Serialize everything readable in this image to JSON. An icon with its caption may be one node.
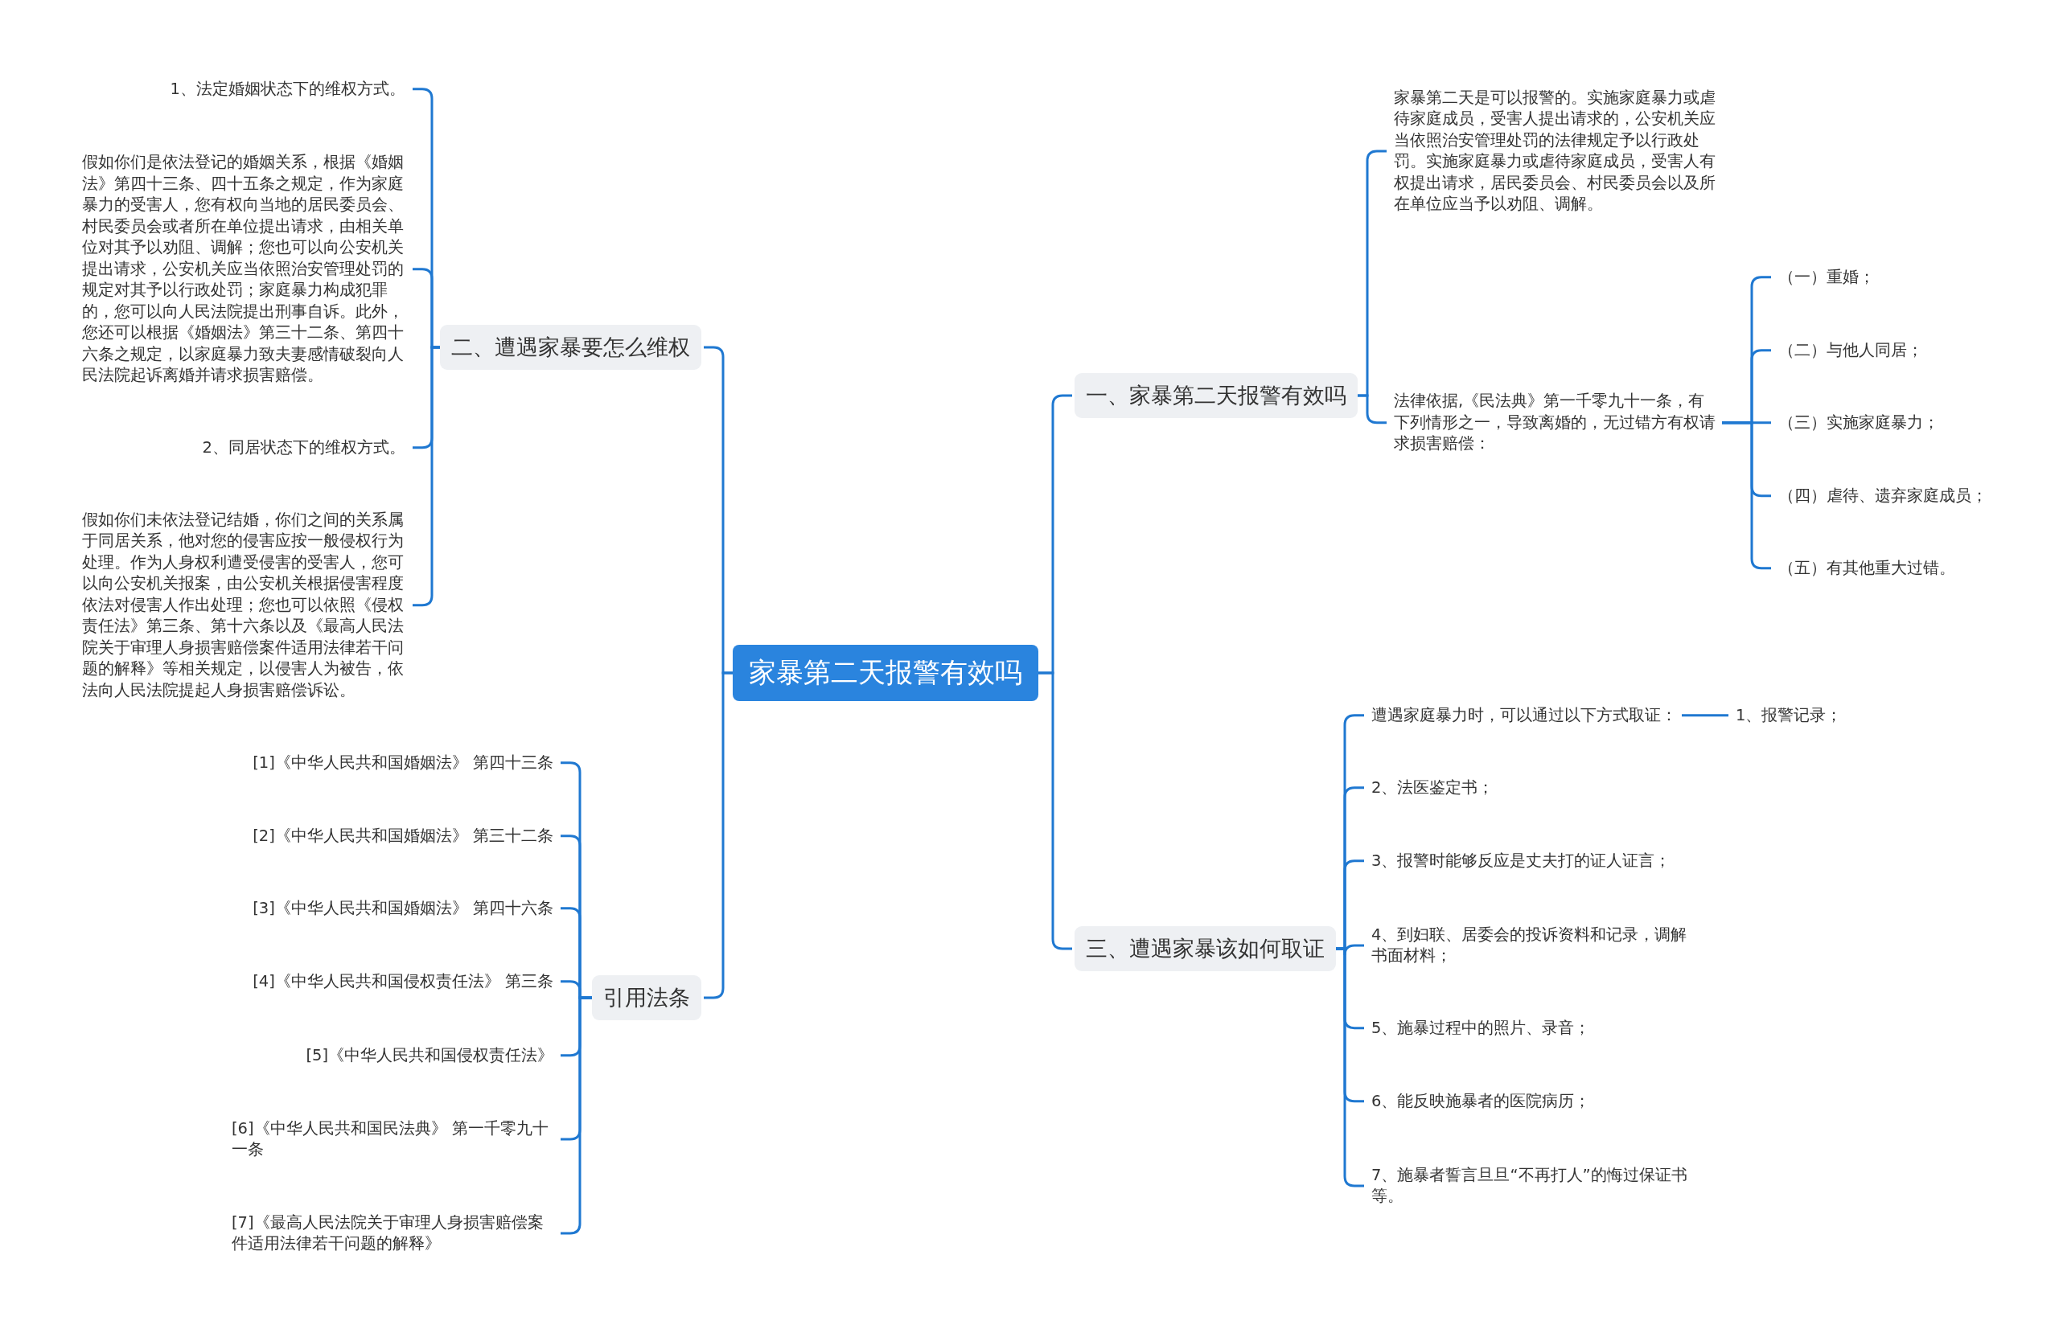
{
  "diagram": {
    "nodes": [
      {
        "text": [
          "家暴第二天报警有效吗"
        ]
      },
      {
        "text": [
          "二、遭遇家暴要怎么维权"
        ]
      },
      {
        "text": [
          "1、法定婚姻状态下的维权方式。"
        ]
      },
      {
        "text": [
          "假如你们是依法登记的婚姻关系，根据《婚姻法》第四十三条、四十五条之规定，作为家庭暴力的受害人，您有权向当地的居民委员会、村民委员会或者所在单位提出请求，由相关单位对其予以劝阻、调解；您也可以向公安机关提出请求，公安机关应当依照治安管理处罚的规定对其予以行政处罚；家庭暴力构成犯罪的，您可以向人民法院提出刑事自诉。此外，您还可以根据《婚姻法》第三十二条、第四十六条之规定，以家庭暴力致夫妻感情破裂向人民法院起诉离婚并请求损害赔偿。"
        ]
      },
      {
        "text": [
          "2、同居状态下的维权方式。"
        ]
      },
      {
        "text": [
          "假如你们未依法登记结婚，你们之间的关系属于同居关系，他对您的侵害应按一般侵权行为处理。作为人身权利遭受侵害的受害人，您可以向公安机关报案，由公安机关根据侵害程度依法对侵害人作出处理；您也可以依照《侵权责任法》第三条、第十六条以及《最高人民法院关于审理人身损害赔偿案件适用法律若干问题的解释》等相关规定，以侵害人为被告，依法向人民法院提起人身损害赔偿诉讼。"
        ]
      },
      {
        "text": [
          "引用法条"
        ]
      },
      {
        "text": [
          "[1]《中华人民共和国婚姻法》 第四十三条"
        ]
      },
      {
        "text": [
          "[2]《中华人民共和国婚姻法》 第三十二条"
        ]
      },
      {
        "text": [
          "[3]《中华人民共和国婚姻法》 第四十六条"
        ]
      },
      {
        "text": [
          "[4]《中华人民共和国侵权责任法》 第三条"
        ]
      },
      {
        "text": [
          "[5]《中华人民共和国侵权责任法》"
        ]
      },
      {
        "text": [
          "[6]《中华人民共和国民法典》 第一千零九十一条"
        ]
      },
      {
        "text": [
          "[7]《最高人民法院关于审理人身损害赔偿案件适用法律若干问题的解释》"
        ]
      },
      {
        "text": [
          "一、家暴第二天报警有效吗"
        ]
      },
      {
        "text": [
          "家暴第二天是可以报警的。实施家庭暴力或虐待家庭成员，受害人提出请求的，公安机关应当依照治安管理处罚的法律规定予以行政处罚。实施家庭暴力或虐待家庭成员，受害人有权提出请求，居民委员会、村民委员会以及所在单位应当予以劝阻、调解。"
        ]
      },
      {
        "text": [
          "法律依据,《民法典》第一千零九十一条，有下列情形之一，导致离婚的，无过错方有权请求损害赔偿："
        ]
      },
      {
        "text": [
          "（一）重婚；"
        ]
      },
      {
        "text": [
          "（二）与他人同居；"
        ]
      },
      {
        "text": [
          "（三）实施家庭暴力；"
        ]
      },
      {
        "text": [
          "（四）虐待、遗弃家庭成员；"
        ]
      },
      {
        "text": [
          "（五）有其他重大过错。"
        ]
      },
      {
        "text": [
          "三、遭遇家暴该如何取证"
        ]
      },
      {
        "text": [
          "遭遇家庭暴力时，可以通过以下方式取证："
        ]
      },
      {
        "text": [
          "1、报警记录；"
        ]
      },
      {
        "text": [
          "2、法医鉴定书；"
        ]
      },
      {
        "text": [
          "3、报警时能够反应是丈夫打的证人证言；"
        ]
      },
      {
        "text": [
          "4、到妇联、居委会的投诉资料和记录，调解书面材料；"
        ]
      },
      {
        "text": [
          "5、施暴过程中的照片、录音；"
        ]
      },
      {
        "text": [
          "6、能反映施暴者的医院病历；"
        ]
      },
      {
        "text": [
          "7、施暴者誓言旦旦“不再打人”的悔过保证书等。"
        ]
      }
    ],
    "edges": [
      {
        "from": 0,
        "to": 1,
        "arrow": "none"
      },
      {
        "from": 1,
        "to": 2,
        "arrow": "none"
      },
      {
        "from": 1,
        "to": 3,
        "arrow": "none"
      },
      {
        "from": 1,
        "to": 4,
        "arrow": "none"
      },
      {
        "from": 1,
        "to": 5,
        "arrow": "none"
      },
      {
        "from": 0,
        "to": 6,
        "arrow": "none"
      },
      {
        "from": 6,
        "to": 7,
        "arrow": "none"
      },
      {
        "from": 6,
        "to": 8,
        "arrow": "none"
      },
      {
        "from": 6,
        "to": 9,
        "arrow": "none"
      },
      {
        "from": 6,
        "to": 10,
        "arrow": "none"
      },
      {
        "from": 6,
        "to": 11,
        "arrow": "none"
      },
      {
        "from": 6,
        "to": 12,
        "arrow": "none"
      },
      {
        "from": 6,
        "to": 13,
        "arrow": "none"
      },
      {
        "from": 0,
        "to": 14,
        "arrow": "none"
      },
      {
        "from": 14,
        "to": 15,
        "arrow": "none"
      },
      {
        "from": 14,
        "to": 16,
        "arrow": "none"
      },
      {
        "from": 16,
        "to": 17,
        "arrow": "none"
      },
      {
        "from": 16,
        "to": 18,
        "arrow": "none"
      },
      {
        "from": 16,
        "to": 19,
        "arrow": "none"
      },
      {
        "from": 16,
        "to": 20,
        "arrow": "none"
      },
      {
        "from": 16,
        "to": 21,
        "arrow": "none"
      },
      {
        "from": 0,
        "to": 22,
        "arrow": "none"
      },
      {
        "from": 22,
        "to": 23,
        "arrow": "none"
      },
      {
        "from": 23,
        "to": 24,
        "arrow": "none"
      },
      {
        "from": 22,
        "to": 25,
        "arrow": "none"
      },
      {
        "from": 22,
        "to": 26,
        "arrow": "none"
      },
      {
        "from": 22,
        "to": 27,
        "arrow": "none"
      },
      {
        "from": 22,
        "to": 28,
        "arrow": "none"
      },
      {
        "from": 22,
        "to": 29,
        "arrow": "none"
      },
      {
        "from": 22,
        "to": 30,
        "arrow": "none"
      }
    ]
  }
}
